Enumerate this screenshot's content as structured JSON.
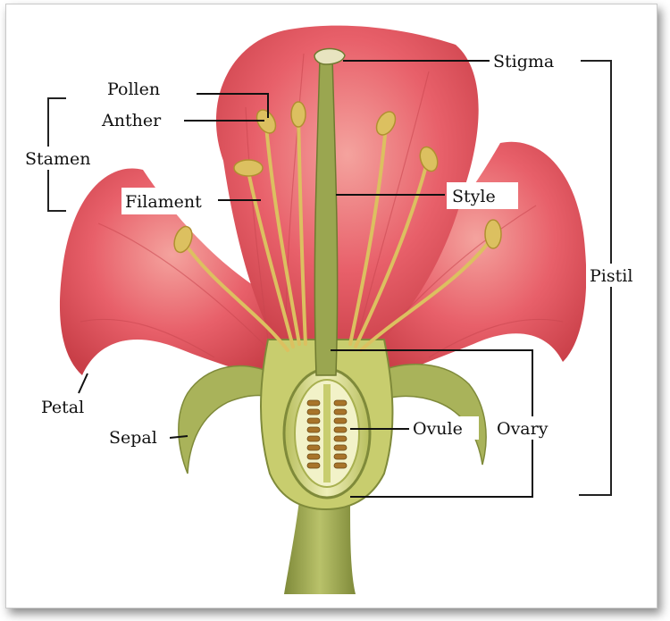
{
  "labels": {
    "pollen": "Pollen",
    "anther": "Anther",
    "stamen": "Stamen",
    "filament": "Filament",
    "petal": "Petal",
    "sepal": "Sepal",
    "stigma": "Stigma",
    "style": "Style",
    "pistil": "Pistil",
    "ovule": "Ovule",
    "ovary": "Ovary"
  },
  "colors": {
    "petal": "#e8606a",
    "petal_highlight": "#f2908e",
    "petal_vein": "#c8464f",
    "stem": "#a6b35a",
    "stem_dark": "#7f8a3a",
    "receptacle": "#d9dc8a",
    "stamen": "#dcc060",
    "ovule": "#a8742a"
  }
}
